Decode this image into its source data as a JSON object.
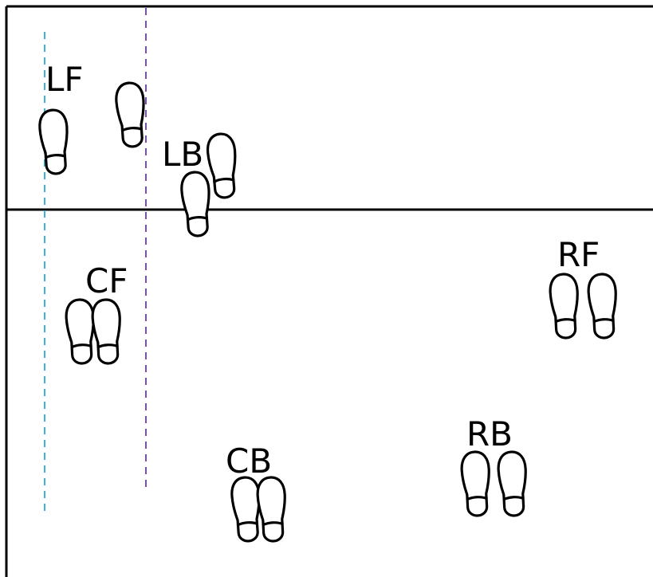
{
  "colors": {
    "frame": "#000000",
    "centerline": "#000000",
    "guide_left": "#3bb3d6",
    "guide_right": "#7a4fa8",
    "footprint": "#000000"
  },
  "icons": {
    "footprint": "shoe-footprint-icon"
  },
  "positions": [
    {
      "id": "LF",
      "label": "LF"
    },
    {
      "id": "LB",
      "label": "LB"
    },
    {
      "id": "CF",
      "label": "CF"
    },
    {
      "id": "RF",
      "label": "RF"
    },
    {
      "id": "CB",
      "label": "CB"
    },
    {
      "id": "RB",
      "label": "RB"
    }
  ]
}
